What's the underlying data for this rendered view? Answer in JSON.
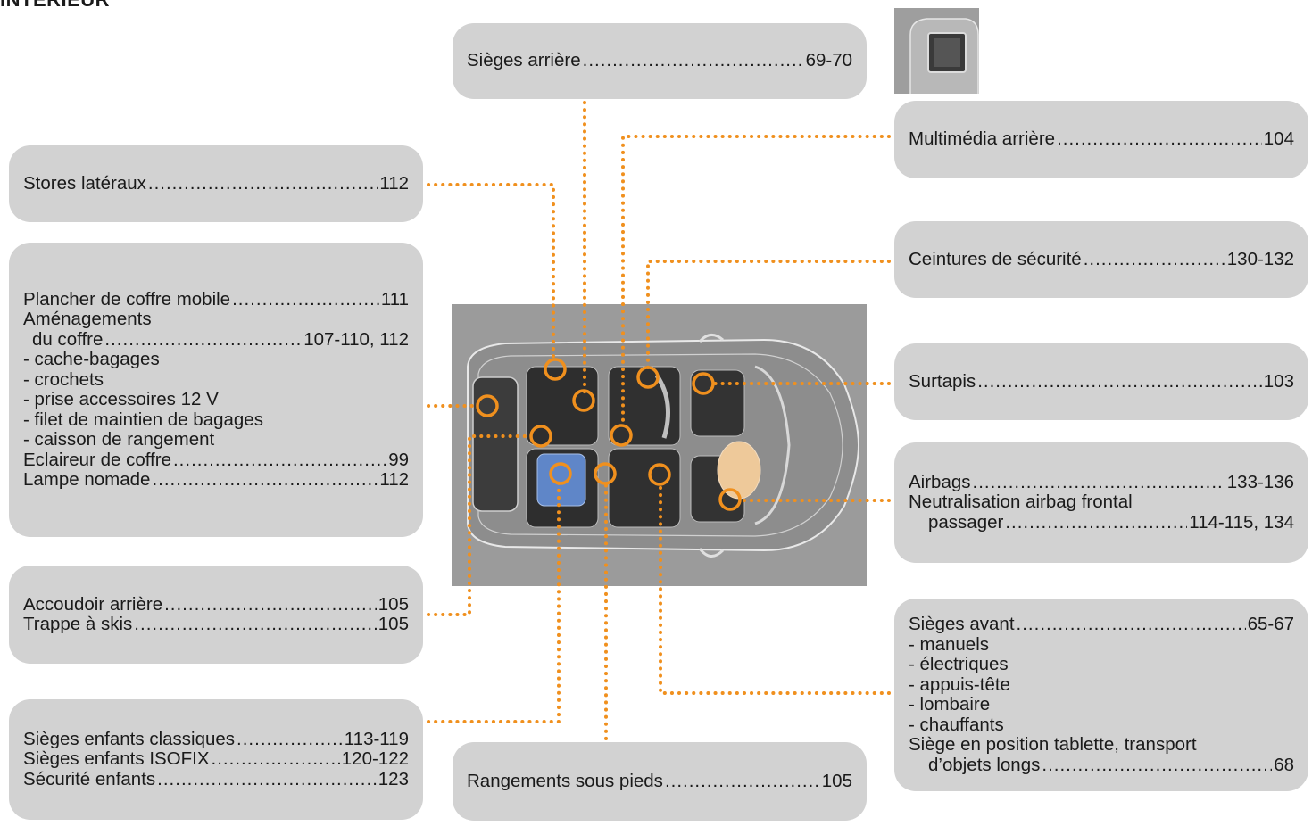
{
  "header": {
    "title": "INTÉRIEUR"
  },
  "boxes": {
    "sieges_arriere": {
      "label": "Sièges arrière",
      "page": "69-70"
    },
    "stores": {
      "label": "Stores latéraux",
      "page": "112"
    },
    "plancher": {
      "l1_label": "Plancher de coffre mobile",
      "l1_page": "111",
      "l2": "Aménagements",
      "l3_label": "du coffre",
      "l3_page": "107-110, 112",
      "items": [
        "- cache-bagages",
        "- crochets",
        "- prise accessoires 12 V",
        "- filet de maintien de bagages",
        "- caisson de rangement"
      ],
      "l4_label": "Eclaireur de coffre",
      "l4_page": "99",
      "l5_label": "Lampe nomade",
      "l5_page": "112"
    },
    "accoudoir": {
      "l1_label": "Accoudoir arrière",
      "l1_page": "105",
      "l2_label": "Trappe à skis",
      "l2_page": "105"
    },
    "enfants": {
      "l1_label": "Sièges enfants classiques",
      "l1_page": "113-119",
      "l2_label": "Sièges enfants ISOFIX",
      "l2_page": "120-122",
      "l3_label": "Sécurité enfants",
      "l3_page": "123"
    },
    "rangements": {
      "label": "Rangements sous pieds",
      "page": "105"
    },
    "multimedia": {
      "label": "Multimédia arrière",
      "page": "104"
    },
    "ceintures": {
      "label": "Ceintures de sécurité",
      "page": "130-132"
    },
    "surtapis": {
      "label": "Surtapis",
      "page": "103"
    },
    "airbags": {
      "l1_label": "Airbags",
      "l1_page": "133-136",
      "l2": "Neutralisation airbag frontal",
      "l3_label": "passager",
      "l3_page": "114-115, 134"
    },
    "sieges_avant": {
      "l1_label": "Sièges avant",
      "l1_page": "65-67",
      "items": [
        "- manuels",
        "- électriques",
        "- appuis-tête",
        "- lombaire",
        "- chauffants"
      ],
      "l2": "Siège en position tablette, transport",
      "l3_label": "d’objets longs",
      "l3_page": "68"
    }
  },
  "colors": {
    "accent": "#f0901e",
    "box_bg": "#d2d2d2",
    "photo_bg": "#9b9b9b"
  },
  "icons": {
    "car": "car-interior-top-view-icon",
    "thumb": "rear-multimedia-screen-icon"
  }
}
